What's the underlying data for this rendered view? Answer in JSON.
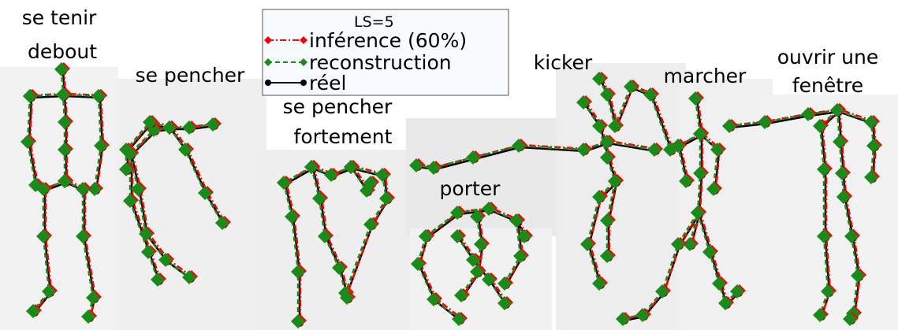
{
  "legend": {
    "title": "LS=5",
    "entries": [
      {
        "label": "inférence (60%)",
        "color": "#ff0000",
        "style": "dashdot",
        "marker": "diamond"
      },
      {
        "label": "reconstruction",
        "color": "#1a8a1a",
        "style": "dashed",
        "marker": "diamond"
      },
      {
        "label": "réel",
        "color": "#000000",
        "style": "solid",
        "marker": "circle"
      }
    ]
  },
  "labels": {
    "se_tenir_debout_1": "se tenir",
    "se_tenir_debout_2": "debout",
    "se_pencher": "se pencher",
    "se_pencher_fortement_1": "se pencher",
    "se_pencher_fortement_2": "fortement",
    "kicker": "kicker",
    "porter": "porter",
    "marcher": "marcher",
    "ouvrir_1": "ouvrir une",
    "ouvrir_2": "fenêtre"
  },
  "colors": {
    "inference": "#ff0000",
    "reconstruction": "#1a8a1a",
    "real": "#000000",
    "background_panel": "#eeeeee"
  }
}
